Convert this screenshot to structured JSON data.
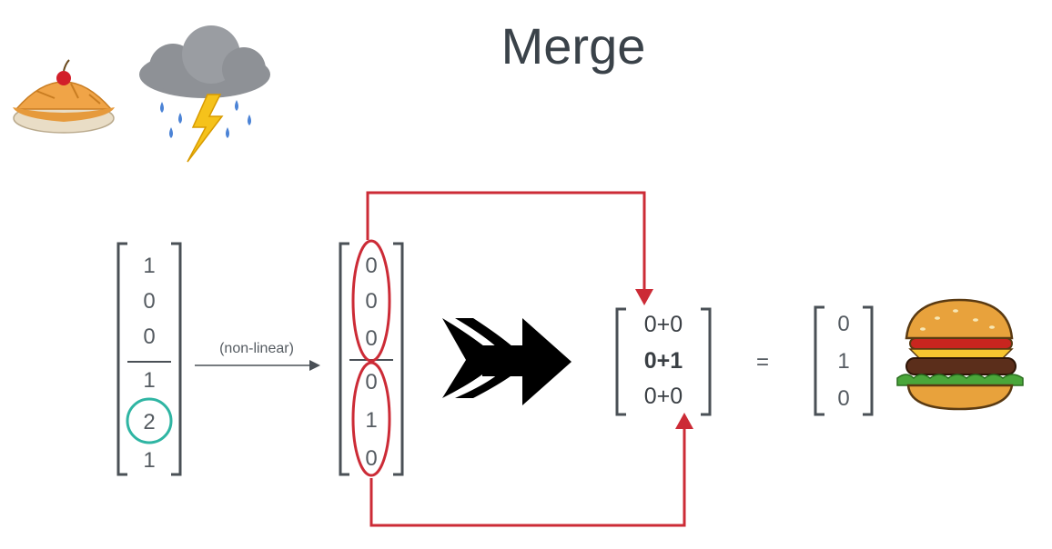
{
  "title": "Merge",
  "input_vector": [
    "1",
    "0",
    "0",
    "1",
    "2",
    "1"
  ],
  "arrow_label": "(non-linear)",
  "activated_vector": [
    "0",
    "0",
    "0",
    "0",
    "1",
    "0"
  ],
  "sum_vector": [
    "0+0",
    "0+1",
    "0+0"
  ],
  "equals": "=",
  "result_vector": [
    "0",
    "1",
    "0"
  ],
  "icons": [
    "pie-icon",
    "storm-cloud-icon",
    "merge-arrow-icon",
    "burger-icon"
  ],
  "colors": {
    "title": "#3a4249",
    "red_highlight": "#cc2b36",
    "teal_highlight": "#2fb5a3",
    "matrix_text": "#555b61"
  }
}
